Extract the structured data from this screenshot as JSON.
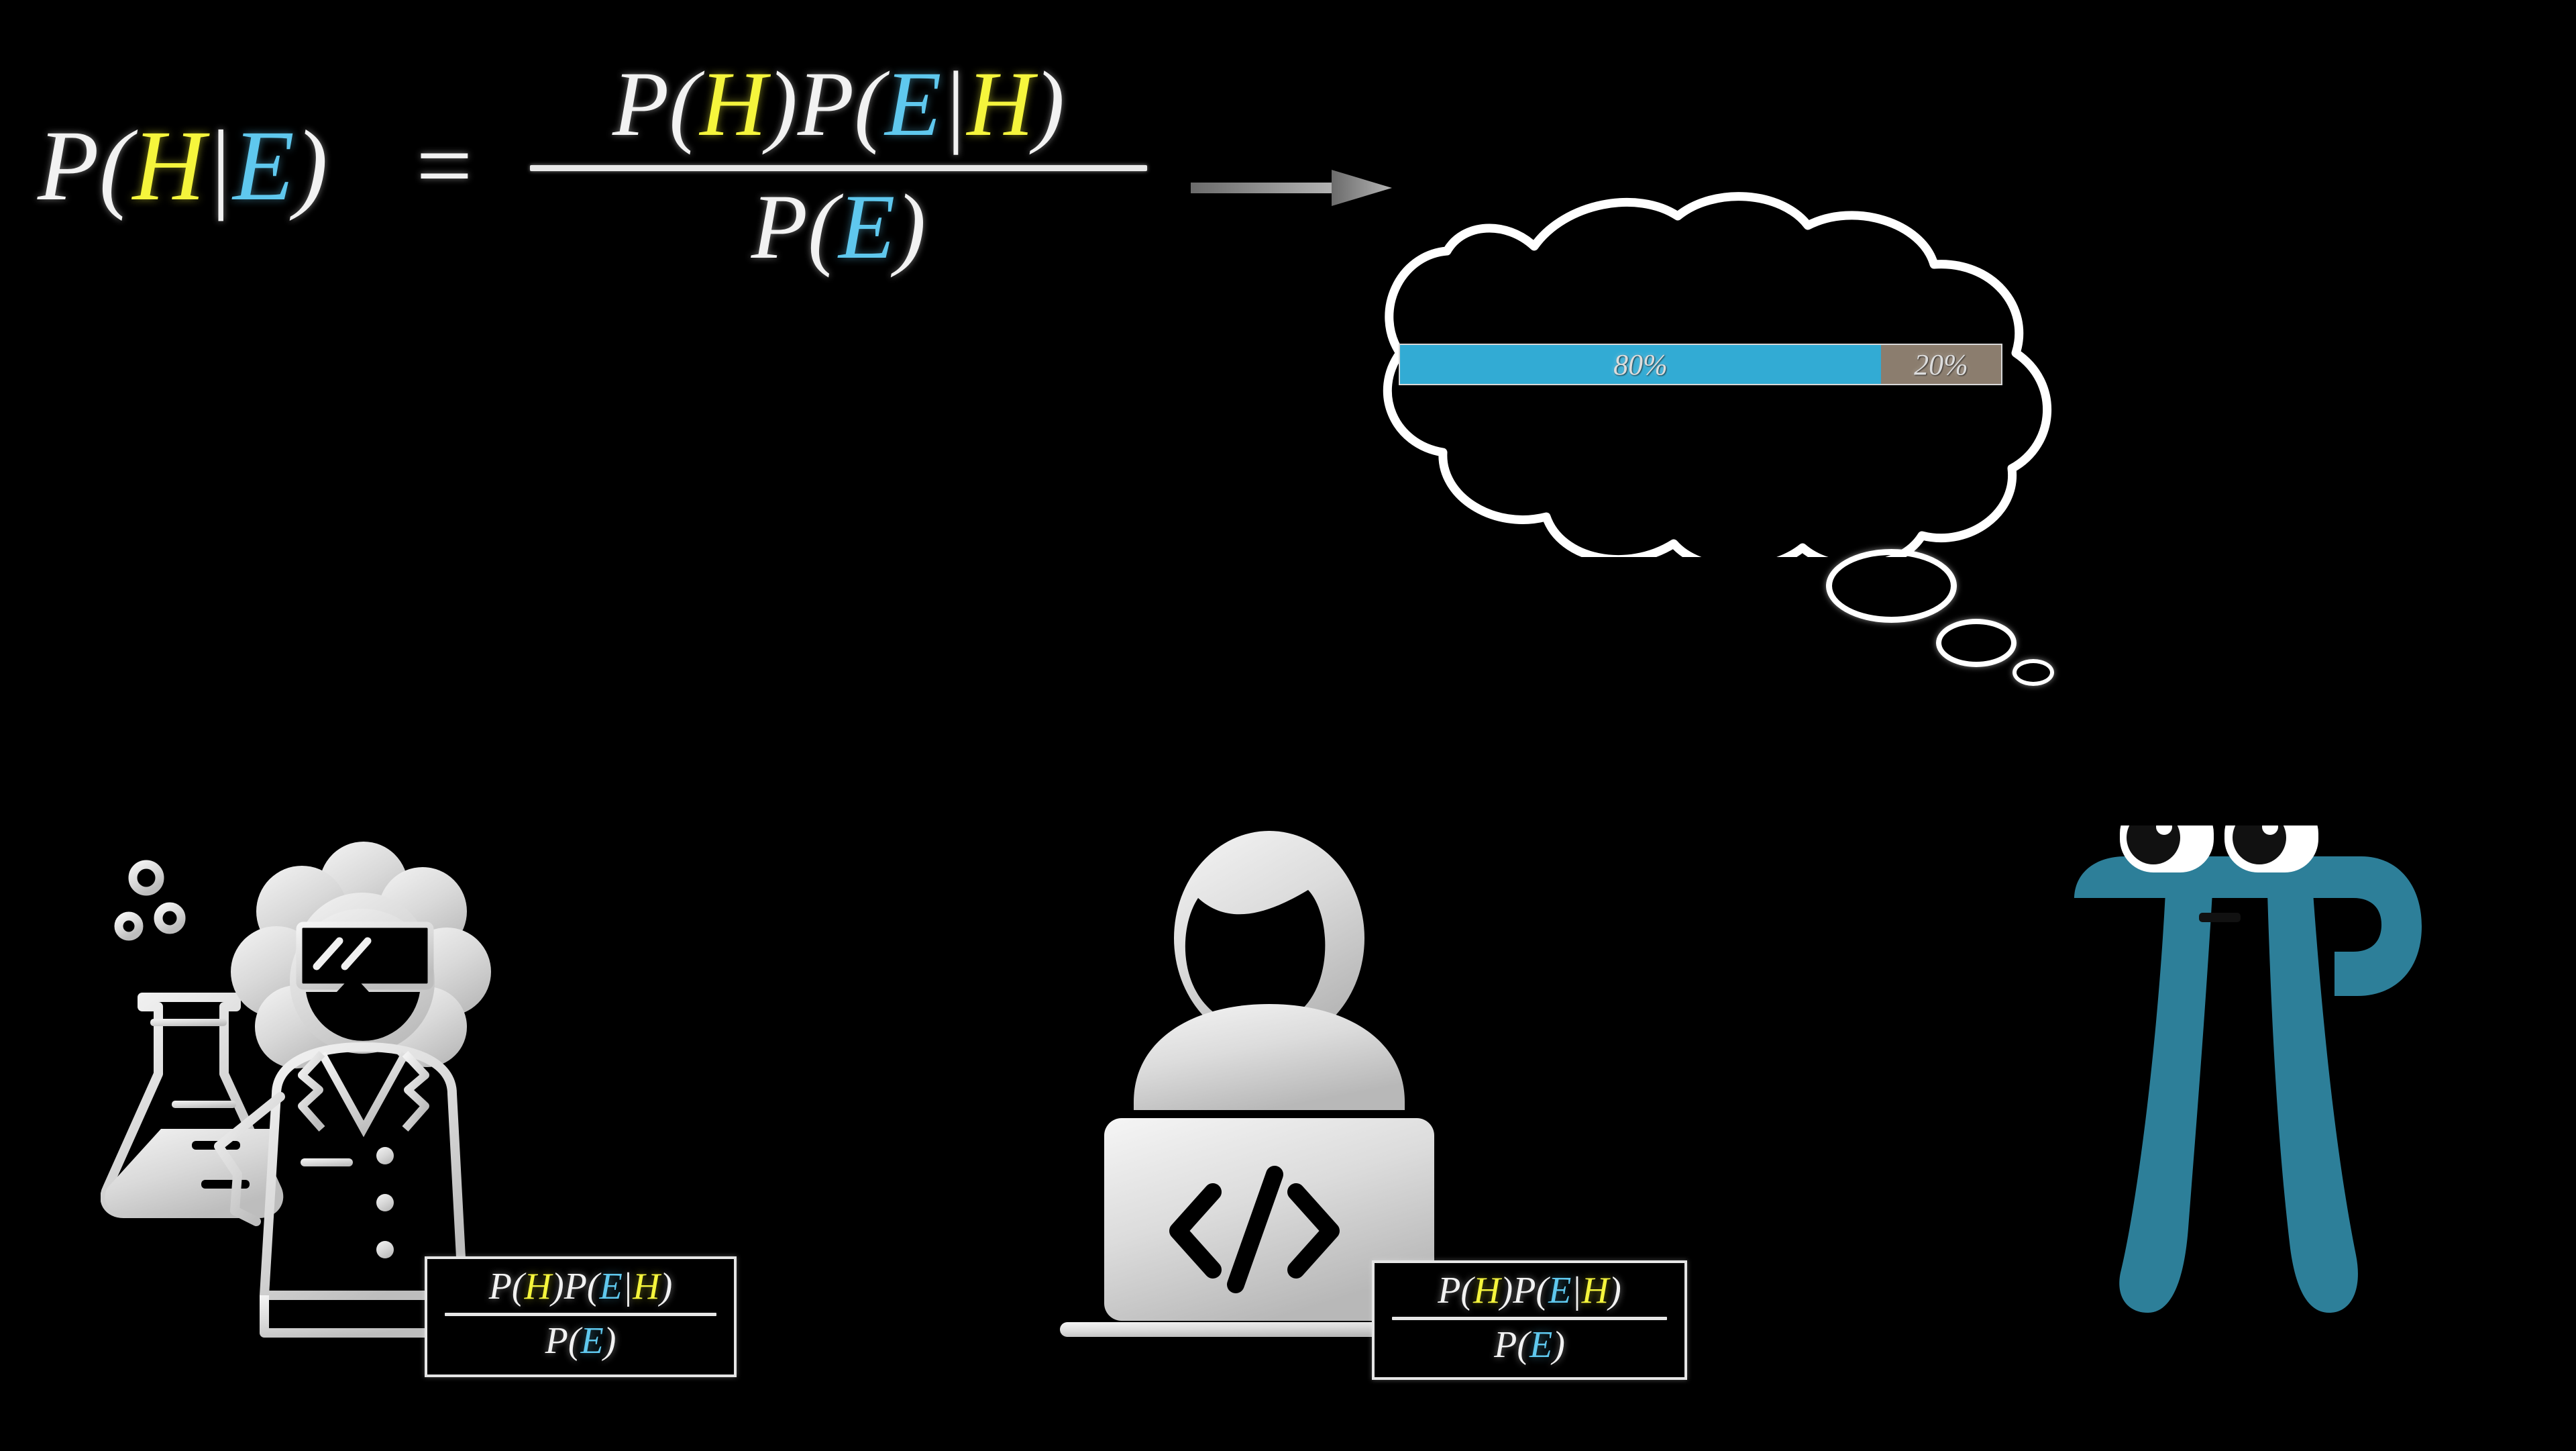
{
  "scene": {
    "background_color": "#000000",
    "title": "Bayes Theorem illustration"
  },
  "main_formula": {
    "lhs": {
      "p1": "P",
      "open": "(",
      "h": "H",
      "mid": "|",
      "e": "E",
      "close": ")"
    },
    "equals": "=",
    "numerator": {
      "p1": "P",
      "o1": "(",
      "h1": "H",
      "c1": ")",
      "p2": "P",
      "o2": "(",
      "e1": "E",
      "mid": "|",
      "h2": "H",
      "c2": ")"
    },
    "denominator": {
      "p": "P",
      "open": "(",
      "e": "E",
      "close": ")"
    },
    "colors": {
      "neutral": "#f2f2f2",
      "hypothesis": "#f5f53c",
      "evidence": "#5fc8ee"
    }
  },
  "arrow": {
    "name": "right-arrow",
    "color": "#8a8a8a",
    "direction": "right"
  },
  "thought_bubble": {
    "outline_color": "#ffffff",
    "trail_bubble_count": 3
  },
  "progress_bar": {
    "primary_label": "80%",
    "secondary_label": "20%",
    "primary_percent": 80,
    "secondary_percent": 20,
    "primary_color": "#32abd4",
    "secondary_color": "#8b7d6e",
    "border_color": "#d8d8d8",
    "text_color": "#dcdcdc"
  },
  "chart_data": {
    "type": "bar",
    "orientation": "horizontal-stacked",
    "title": "",
    "categories": [
      "80%",
      "20%"
    ],
    "values": [
      80,
      20
    ],
    "series": [
      {
        "name": "80%",
        "value": 80,
        "color": "#32abd4"
      },
      {
        "name": "20%",
        "value": 20,
        "color": "#8b7d6e"
      }
    ],
    "labels": [
      "80%",
      "20%"
    ],
    "xlabel": "",
    "ylabel": "",
    "xlim": [
      0,
      100
    ],
    "grid": false,
    "legend": "none"
  },
  "figures": [
    {
      "id": "scientist",
      "name": "scientist-figure",
      "description": "scientist with curly hair, safety goggles, lab coat holding an erlenmeyer flask with bubbles",
      "color": "#e2e2e2",
      "bubble_count": 3
    },
    {
      "id": "programmer",
      "name": "programmer-figure",
      "description": "person behind a laptop displaying a code tag",
      "color": "#e2e2e2",
      "laptop_glyph": "</>"
    },
    {
      "id": "pi-creature",
      "name": "pi-creature-figure",
      "description": "pi symbol character with googly eyes and a small mouth",
      "color": "#2d7f99",
      "eye_white": "#ffffff",
      "pupil_color": "#111111"
    }
  ],
  "formula_boxes": [
    {
      "id": "scientist-formula",
      "numerator": {
        "p1": "P",
        "o1": "(",
        "h1": "H",
        "c1": ")",
        "p2": "P",
        "o2": "(",
        "e1": "E",
        "mid": "|",
        "h2": "H",
        "c2": ")"
      },
      "denominator": {
        "p": "P",
        "open": "(",
        "e": "E",
        "close": ")"
      }
    },
    {
      "id": "programmer-formula",
      "numerator": {
        "p1": "P",
        "o1": "(",
        "h1": "H",
        "c1": ")",
        "p2": "P",
        "o2": "(",
        "e1": "E",
        "mid": "|",
        "h2": "H",
        "c2": ")"
      },
      "denominator": {
        "p": "P",
        "open": "(",
        "e": "E",
        "close": ")"
      }
    }
  ]
}
